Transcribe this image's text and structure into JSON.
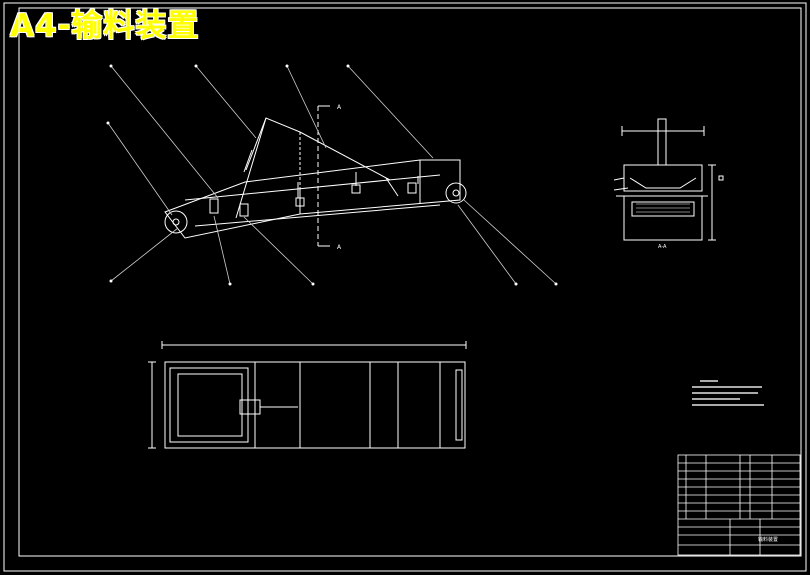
{
  "title": "A4-输料装置",
  "section_label": "A-A",
  "section_marker": "A",
  "titleblock": {
    "drawing_name": "输料装置"
  },
  "colors": {
    "background": "#000000",
    "lines": "#ffffff",
    "title": "#ffff00",
    "leaders": "#cfcfcf"
  }
}
